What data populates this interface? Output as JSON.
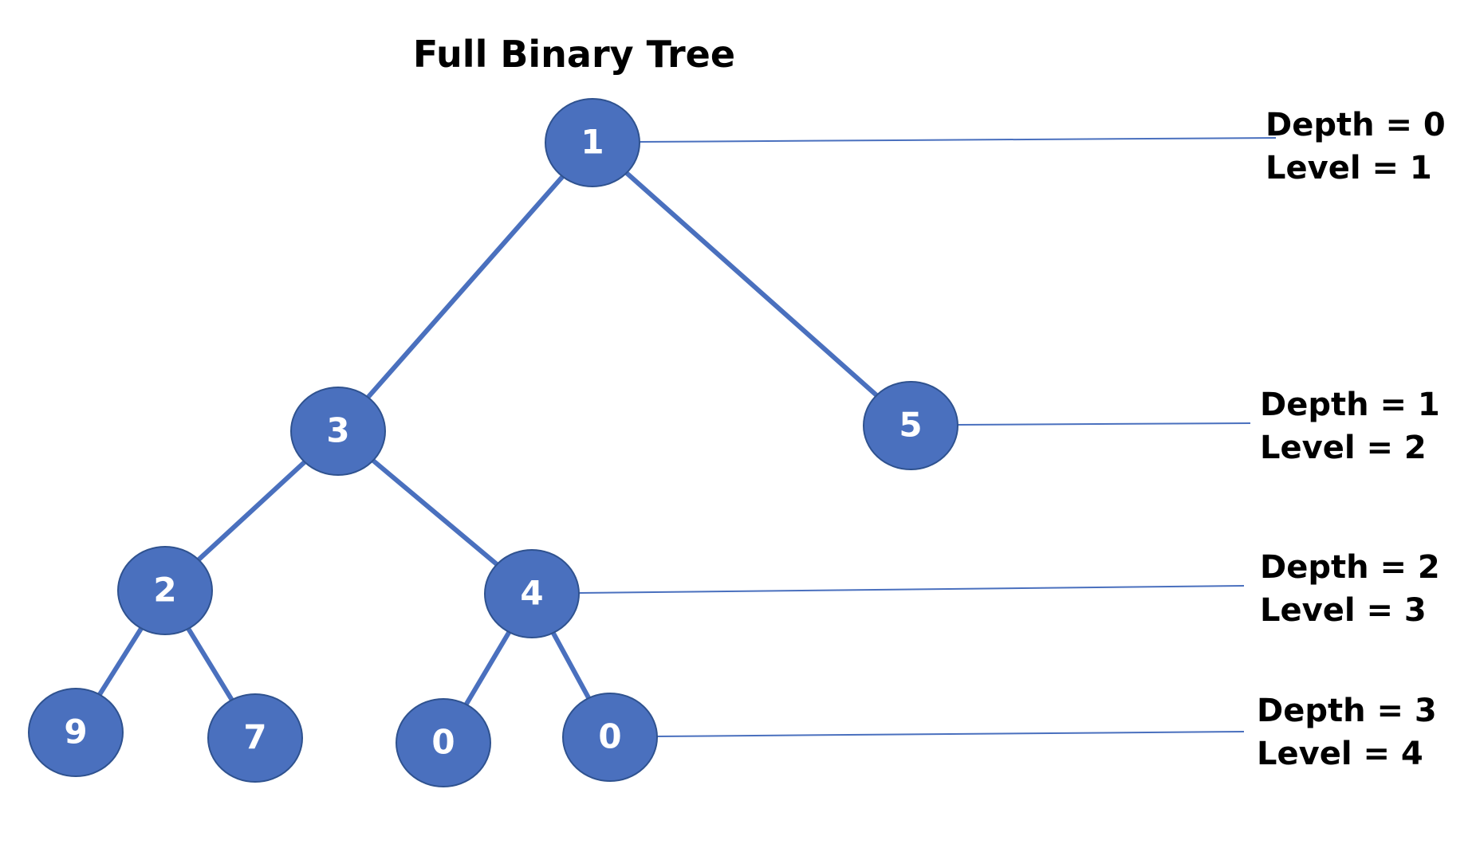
{
  "title": "Full Binary Tree",
  "colors": {
    "node_fill": "#4a70be",
    "node_stroke": "#2f528f",
    "edge": "#4a70be",
    "label": "#ffffff",
    "text": "#000000"
  },
  "tree": {
    "nodes": [
      {
        "id": "n1",
        "value": "1",
        "level": 1
      },
      {
        "id": "n3",
        "value": "3",
        "level": 2
      },
      {
        "id": "n5",
        "value": "5",
        "level": 2
      },
      {
        "id": "n2",
        "value": "2",
        "level": 3
      },
      {
        "id": "n4",
        "value": "4",
        "level": 3
      },
      {
        "id": "n9",
        "value": "9",
        "level": 4
      },
      {
        "id": "n7",
        "value": "7",
        "level": 4
      },
      {
        "id": "n0a",
        "value": "0",
        "level": 4
      },
      {
        "id": "n0b",
        "value": "0",
        "level": 4
      }
    ],
    "edges": [
      {
        "from": "n1",
        "to": "n3"
      },
      {
        "from": "n1",
        "to": "n5"
      },
      {
        "from": "n3",
        "to": "n2"
      },
      {
        "from": "n3",
        "to": "n4"
      },
      {
        "from": "n2",
        "to": "n9"
      },
      {
        "from": "n2",
        "to": "n7"
      },
      {
        "from": "n4",
        "to": "n0a"
      },
      {
        "from": "n4",
        "to": "n0b"
      }
    ]
  },
  "annotations": [
    {
      "depth": "Depth = 0",
      "level": "Level = 1"
    },
    {
      "depth": "Depth = 1",
      "level": "Level = 2"
    },
    {
      "depth": "Depth = 2",
      "level": "Level = 3"
    },
    {
      "depth": "Depth = 3",
      "level": "Level = 4"
    }
  ]
}
